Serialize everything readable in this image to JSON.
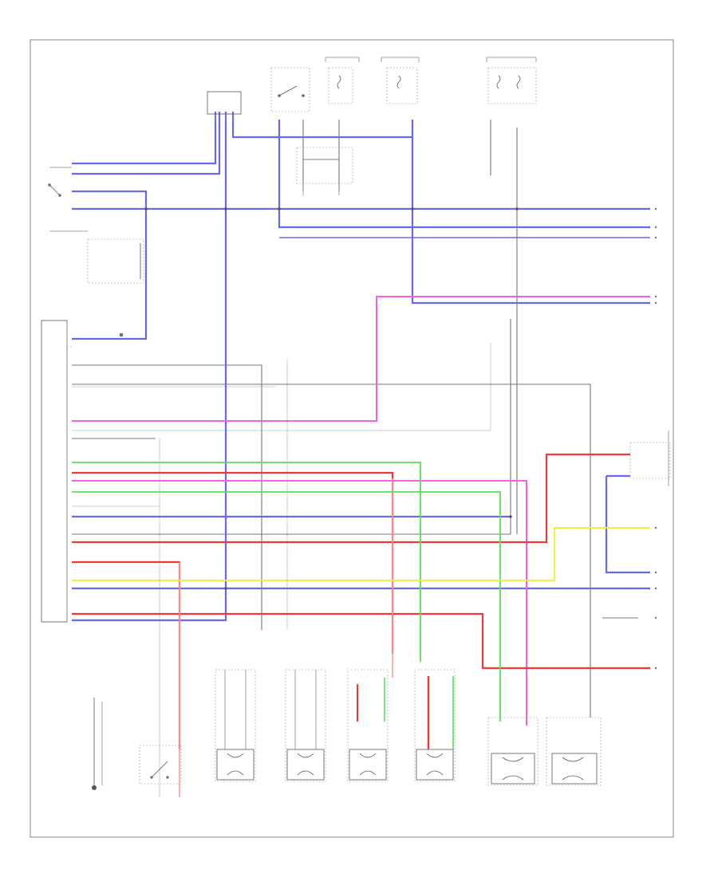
{
  "diagram": {
    "page_ref": "",
    "colors": {
      "blue": "#6a6ae8",
      "pink": "#f060e8",
      "red": "#f03838",
      "green": "#58e058",
      "yellow": "#f0f040",
      "gray": "#777777",
      "light_gray": "#cccccc",
      "frame": "#9a9a9a"
    },
    "components": [
      {
        "id": "left-door-switch",
        "label": ""
      },
      {
        "id": "door-lock-switch",
        "label": ""
      },
      {
        "id": "hot-at-all-times-a",
        "label": ""
      },
      {
        "id": "hot-at-all-times-b",
        "label": ""
      },
      {
        "id": "hot-in-run",
        "label": ""
      },
      {
        "id": "instrument-panel-jb",
        "label": ""
      },
      {
        "id": "left-front-door-switch",
        "label": ""
      },
      {
        "id": "left-front-tweeter",
        "label": ""
      },
      {
        "id": "body-control-module",
        "label": ""
      },
      {
        "id": "steering-switch",
        "label": ""
      },
      {
        "id": "right-connector",
        "label": ""
      },
      {
        "id": "ground",
        "label": ""
      },
      {
        "id": "brake-pedal-switch",
        "label": ""
      },
      {
        "id": "left-rear-actuator",
        "label": ""
      },
      {
        "id": "left-rear-actuator-2",
        "label": ""
      },
      {
        "id": "right-rear-actuator",
        "label": ""
      },
      {
        "id": "right-rear-actuator-2",
        "label": ""
      },
      {
        "id": "left-front-sensor",
        "label": ""
      },
      {
        "id": "right-front-sensor",
        "label": ""
      }
    ],
    "wire_labels": []
  }
}
